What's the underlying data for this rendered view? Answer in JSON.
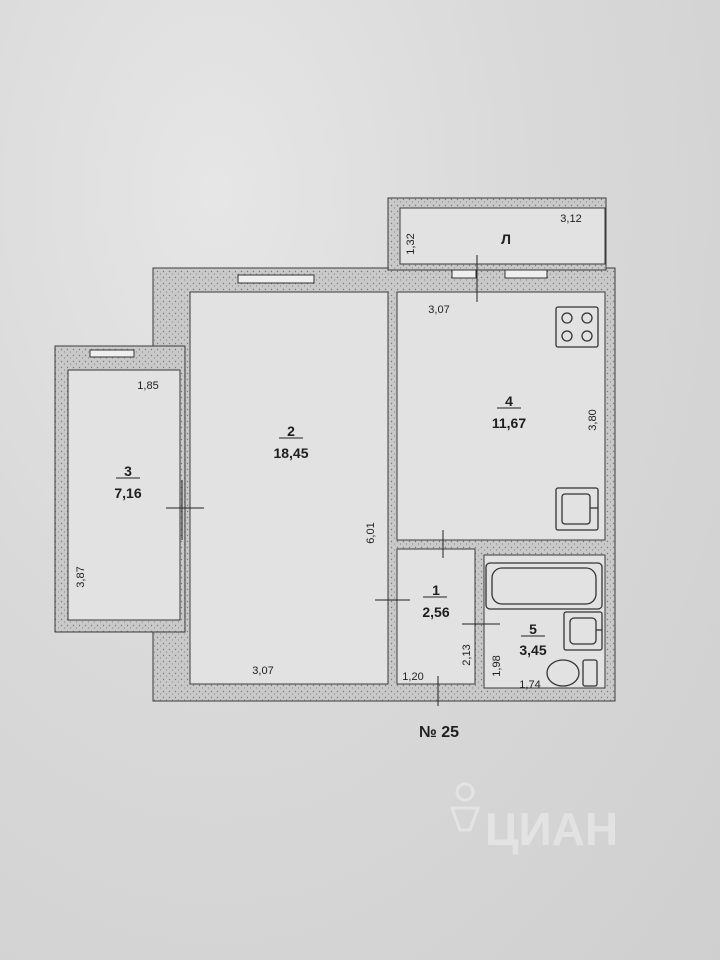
{
  "apartment_number": "№ 25",
  "watermark": "ЦИАН",
  "rooms": [
    {
      "id": "1",
      "area": "2,56"
    },
    {
      "id": "2",
      "area": "18,45"
    },
    {
      "id": "3",
      "area": "7,16"
    },
    {
      "id": "4",
      "area": "11,67"
    },
    {
      "id": "5",
      "area": "3,45"
    }
  ],
  "balcony_label": "Л",
  "dimensions": {
    "balcony_width": "3,12",
    "balcony_depth": "1,32",
    "kitchen_width": "3,07",
    "kitchen_length": "3,80",
    "loggia_width": "1,85",
    "loggia_length": "3,87",
    "living_length": "6,01",
    "living_width": "3,07",
    "hall_width": "1,20",
    "hall_length": "2,13",
    "bath_depth": "1,98",
    "bath_width": "1,74"
  }
}
